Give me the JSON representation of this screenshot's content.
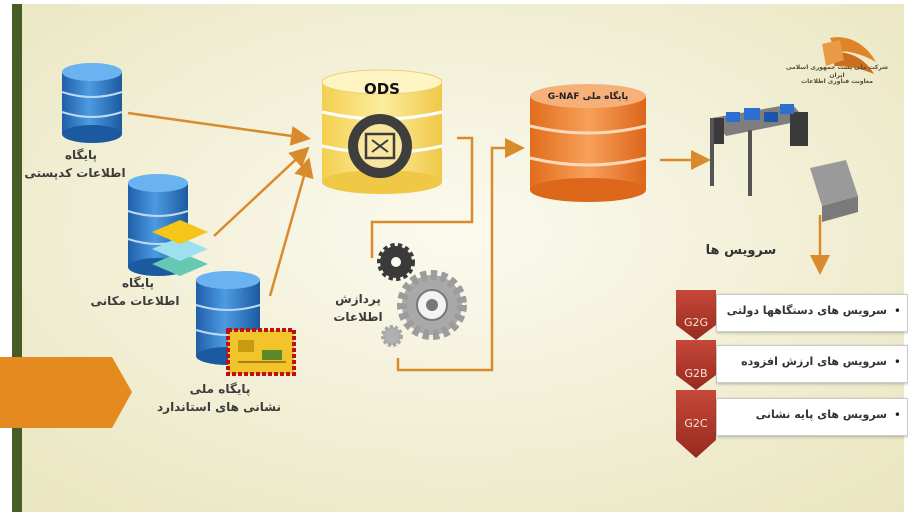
{
  "colors": {
    "background_light": "#f7f6e6",
    "background_dark": "#ece9c4",
    "accent_green": "#485c26",
    "accent_orange": "#e58a1e",
    "arrow": "#d98a2d",
    "db_blue": "#2f79c9",
    "ods_yellow": "#f9e07a",
    "gnaf_orange": "#f08433",
    "chevron_red": "#b33a2a"
  },
  "logo": {
    "icon": "logo-bird-icon",
    "line1": "شرکت ملی پست جمهوری اسلامی ایران",
    "line2": "معاونت فناوری اطلاعات"
  },
  "nodes": {
    "cadastre_db": {
      "line1": "پایگاه",
      "line2": "اطلاعات کدپستی",
      "icon": "database-icon"
    },
    "spatial_db": {
      "line1": "پایگاه",
      "line2": "اطلاعات مکانی",
      "icon": "layers-database-icon"
    },
    "address_db": {
      "line1": "پایگاه ملی",
      "line2": "نشانی های استاندارد",
      "icon": "circuit-database-icon"
    },
    "ods": {
      "label": "ODS",
      "icon": "chip-database-icon"
    },
    "processing": {
      "line1": "پردازش",
      "line2": "اطلاعات",
      "icon": "gears-icon"
    },
    "gnaf": {
      "label": "پایگاه ملی G-NAF",
      "icon": "database-icon"
    },
    "services": {
      "label": "سرویس ها",
      "icon": "conveyor-icon"
    }
  },
  "service_list": [
    {
      "chevron": "G2G",
      "text": "سرویس های دستگاهها دولتی"
    },
    {
      "chevron": "G2B",
      "text": "سرویس های ارزش افزوده"
    },
    {
      "chevron": "G2C",
      "text": "سرویس های پایه نشانی"
    }
  ]
}
